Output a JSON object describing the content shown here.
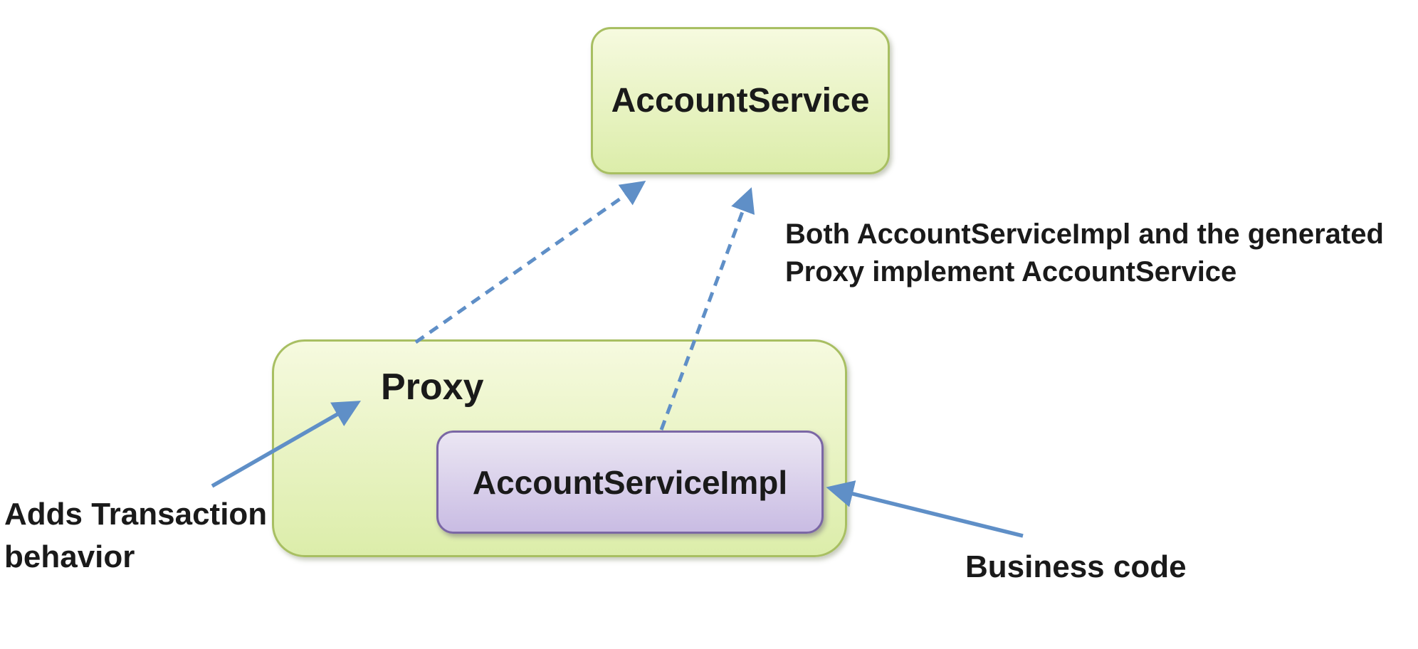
{
  "diagram": {
    "nodes": {
      "account_service": {
        "label": "AccountService"
      },
      "proxy": {
        "label": "Proxy"
      },
      "account_service_impl": {
        "label": "AccountServiceImpl"
      }
    },
    "annotations": {
      "implements_note_line1": "Both AccountServiceImpl and the generated",
      "implements_note_line2": "Proxy implement AccountService",
      "adds_transaction_line1": "Adds Transaction",
      "adds_transaction_line2": "behavior",
      "business_code": "Business code"
    },
    "colors": {
      "green_box_top": "#f6fadf",
      "green_box_bottom": "#dcedaa",
      "green_border": "#a8bf62",
      "purple_box_top": "#ebe6f3",
      "purple_box_bottom": "#c9bce3",
      "purple_border": "#7b67a5",
      "arrow_blue": "#5f8fc7",
      "text": "#1a1a1a",
      "background": "#ffffff"
    }
  }
}
